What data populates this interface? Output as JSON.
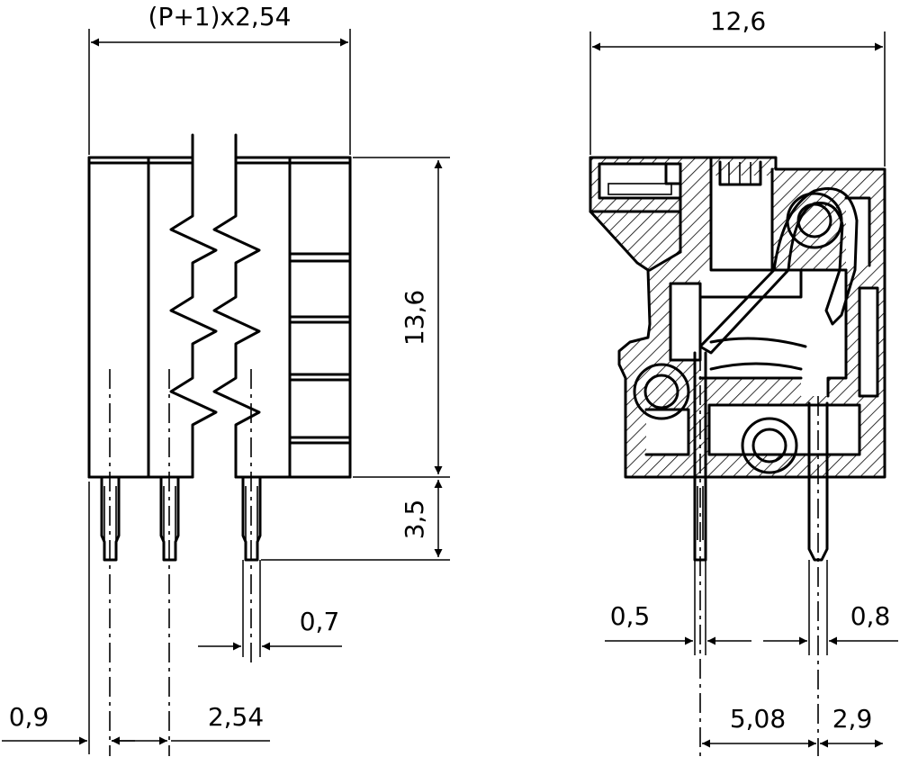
{
  "front_view": {
    "width_label": "(P+1)x2,54",
    "body_height_label": "13,6",
    "pin_length_label": "3,5",
    "pin_width_label": "0,7",
    "edge_offset_label": "0,9",
    "pitch_label": "2,54"
  },
  "side_view": {
    "depth_label": "12,6",
    "pin_left_width_label": "0,5",
    "pin_right_width_label": "0,8",
    "pin_spacing_label": "5,08",
    "pin_offset_label": "2,9"
  }
}
